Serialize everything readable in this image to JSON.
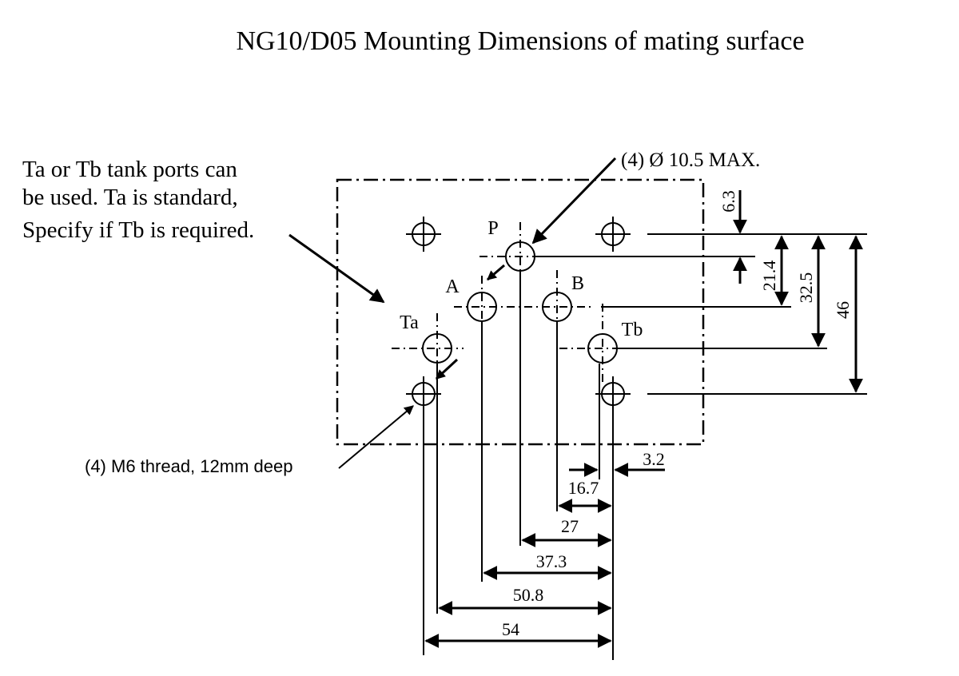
{
  "title": "NG10/D05 Mounting Dimensions of mating surface",
  "notes": {
    "tank_line1": "Ta or Tb tank ports can",
    "tank_line2": "be used.  Ta is standard,",
    "tank_line3": "Specify if Tb is required.",
    "port_dia": "(4) Ø 10.5 MAX.",
    "thread": "(4) M6 thread, 12mm deep"
  },
  "ports": {
    "P": "P",
    "A": "A",
    "B": "B",
    "Ta": "Ta",
    "Tb": "Tb"
  },
  "dimensions": {
    "d6_3": "6.3",
    "d21_4": "21.4",
    "d32_5": "32.5",
    "d46": "46",
    "d3_2": "3.2",
    "d16_7": "16.7",
    "d27": "27",
    "d37_3": "37.3",
    "d50_8": "50.8",
    "d54": "54"
  }
}
